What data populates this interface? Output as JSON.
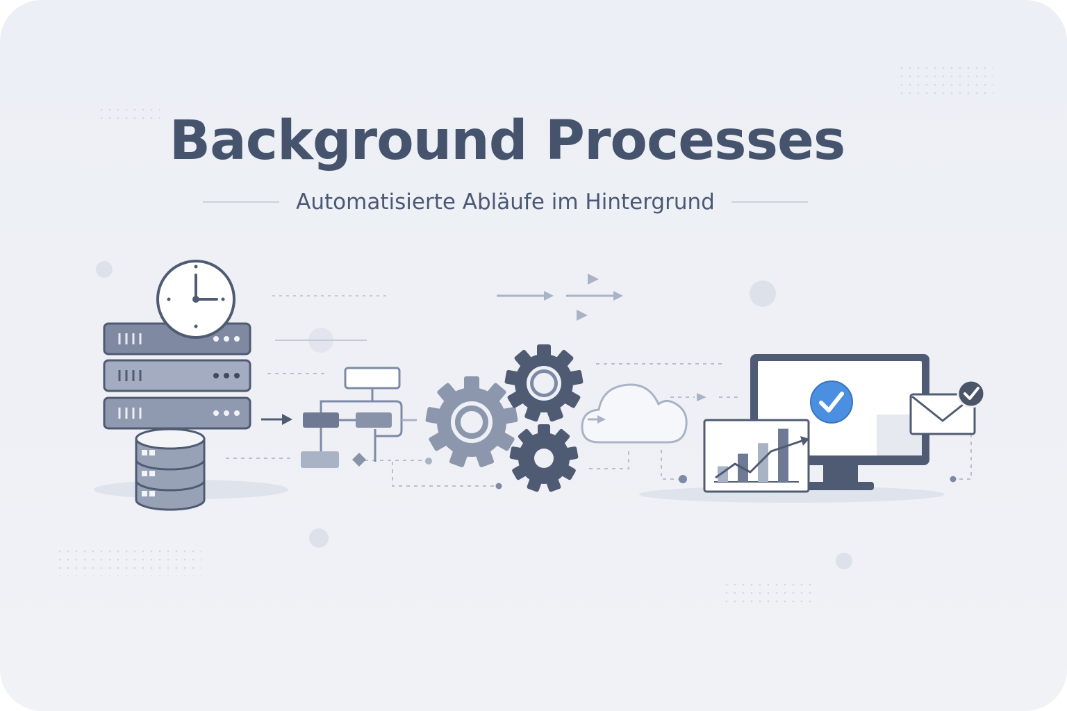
{
  "header": {
    "title": "Background Processes",
    "subtitle": "Automatisierte Abläufe im Hintergrund"
  },
  "colors": {
    "background": "#eef0f5",
    "title": "#46536c",
    "dark_slate": "#4f5b73",
    "mid_slate": "#7d8aa5",
    "light_slate": "#a9b3c6",
    "check_blue": "#4a8fe0",
    "dark_badge": "#4a5568"
  },
  "icons": [
    "clock-icon",
    "server-stack-icon",
    "database-icon",
    "flowchart-icon",
    "gear-icon",
    "cloud-icon",
    "monitor-icon",
    "check-circle-icon",
    "bar-chart-icon",
    "envelope-icon",
    "check-badge-icon"
  ],
  "chart": {
    "bar_levels": [
      0.25,
      0.45,
      0.62,
      0.85
    ]
  }
}
